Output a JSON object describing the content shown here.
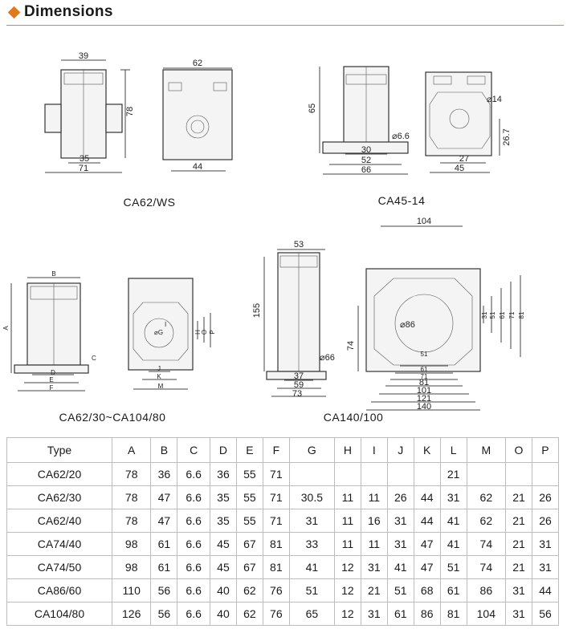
{
  "header": {
    "title": "Dimensions",
    "accent": "#e07a1f"
  },
  "drawings": {
    "captions": [
      "CA62/WS",
      "CA45-14",
      "CA62/30~CA104/80",
      "CA140/100"
    ],
    "ca62ws_front": {
      "d39": "39",
      "d78": "78",
      "d35": "35",
      "d71": "71"
    },
    "ca62ws_side": {
      "d62": "62",
      "d44": "44"
    },
    "ca45_side": {
      "d65": "65",
      "d66_6": "⌀6.6",
      "d30": "30",
      "d52": "52",
      "d66": "66"
    },
    "ca45_front": {
      "d14": "⌀14",
      "d26_7": "26.7",
      "d27": "27",
      "d45": "45"
    },
    "ca62_front": {
      "B": "B",
      "A": "A",
      "C": "C",
      "D": "D",
      "E": "E",
      "F": "F"
    },
    "ca62_side": {
      "G": "⌀G",
      "H": "H",
      "O": "O",
      "P": "P",
      "I": "I",
      "J": "J",
      "K": "K",
      "M": "M"
    },
    "ca140_front": {
      "d53": "53",
      "d155": "155",
      "d66": "⌀66",
      "d37": "37",
      "d59": "59",
      "d73": "73"
    },
    "ca140_side": {
      "d104": "104",
      "d86": "⌀86",
      "d74": "74",
      "d31": "31",
      "d51": "51",
      "d61": "61",
      "d71": "71",
      "d81": "81",
      "b51": "51",
      "b61": "61",
      "b71": "71",
      "b81": "81",
      "b101": "101",
      "b121": "121",
      "b140": "140"
    }
  },
  "table": {
    "headers": [
      "Type",
      "A",
      "B",
      "C",
      "D",
      "E",
      "F",
      "G",
      "H",
      "I",
      "J",
      "K",
      "L",
      "M",
      "O",
      "P"
    ],
    "rows": [
      [
        "CA62/20",
        "78",
        "36",
        "6.6",
        "36",
        "55",
        "71",
        "",
        "",
        "",
        "",
        "",
        "21",
        "",
        "",
        ""
      ],
      [
        "CA62/30",
        "78",
        "47",
        "6.6",
        "35",
        "55",
        "71",
        "30.5",
        "11",
        "11",
        "26",
        "44",
        "31",
        "62",
        "21",
        "26"
      ],
      [
        "CA62/40",
        "78",
        "47",
        "6.6",
        "35",
        "55",
        "71",
        "31",
        "11",
        "16",
        "31",
        "44",
        "41",
        "62",
        "21",
        "26"
      ],
      [
        "CA74/40",
        "98",
        "61",
        "6.6",
        "45",
        "67",
        "81",
        "33",
        "11",
        "11",
        "31",
        "47",
        "41",
        "74",
        "21",
        "31"
      ],
      [
        "CA74/50",
        "98",
        "61",
        "6.6",
        "45",
        "67",
        "81",
        "41",
        "12",
        "31",
        "41",
        "47",
        "51",
        "74",
        "21",
        "31"
      ],
      [
        "CA86/60",
        "110",
        "56",
        "6.6",
        "40",
        "62",
        "76",
        "51",
        "12",
        "21",
        "51",
        "68",
        "61",
        "86",
        "31",
        "44"
      ],
      [
        "CA104/80",
        "126",
        "56",
        "6.6",
        "40",
        "62",
        "76",
        "65",
        "12",
        "31",
        "61",
        "86",
        "81",
        "104",
        "31",
        "56"
      ]
    ]
  }
}
